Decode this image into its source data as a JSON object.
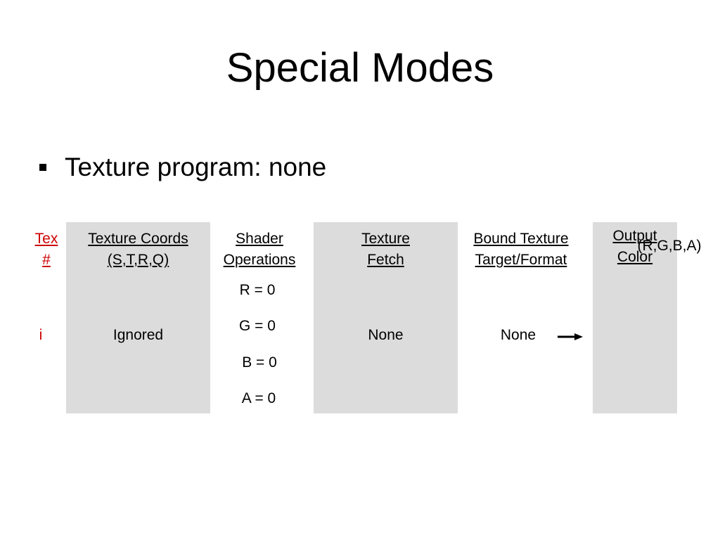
{
  "slide": {
    "title": "Special Modes",
    "bullet": "Texture program: none"
  },
  "table": {
    "headers": {
      "tex_line1": "Tex",
      "tex_line2": "#",
      "coords_line1": "Texture Coords",
      "coords_line2": "(S,T,R,Q)",
      "shader_line1": "Shader",
      "shader_line2": "Operations",
      "fetch_line1": "Texture",
      "fetch_line2": "Fetch",
      "bound_line1": "Bound Texture",
      "bound_line2": "Target/Format",
      "output_line1": "Output",
      "output_line2": "Color",
      "rgba": "(R,G,B,A)"
    },
    "row": {
      "tex": "i",
      "coords": "Ignored",
      "shader_ops": [
        "R = 0",
        "G = 0",
        "B = 0",
        "A = 0"
      ],
      "fetch": "None",
      "bound": "None"
    }
  },
  "colors": {
    "band": "#dcdcdc",
    "tex_label": "#cc0000"
  },
  "icons": {
    "arrow": "right-arrow-icon"
  }
}
